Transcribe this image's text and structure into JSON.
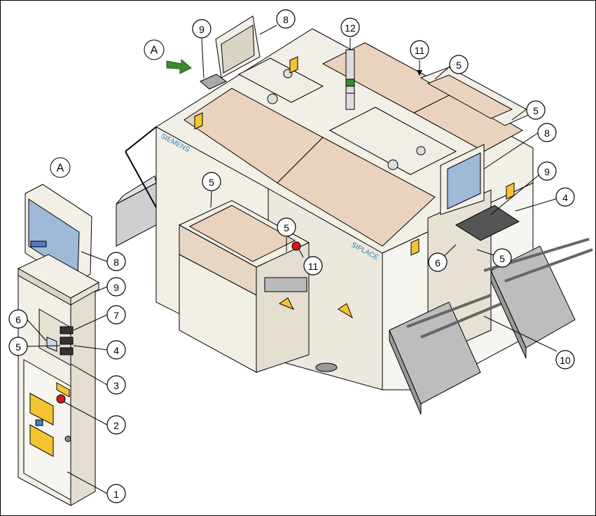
{
  "view_label": "A",
  "brand_left": "SIEMENS",
  "brand_right": "SIPLACE",
  "callouts": [
    "1",
    "2",
    "3",
    "4",
    "5",
    "6",
    "7",
    "8",
    "9",
    "10",
    "11",
    "12"
  ],
  "colors": {
    "machine_body": "#f2efe6",
    "machine_shadow": "#d9d4c6",
    "interior": "#e9d3bf",
    "screen": "#9fb9d9",
    "feeder": "#bdbdbd",
    "warning": "#f4c430",
    "arrow": "#3c8a2e",
    "outline": "#000000"
  }
}
